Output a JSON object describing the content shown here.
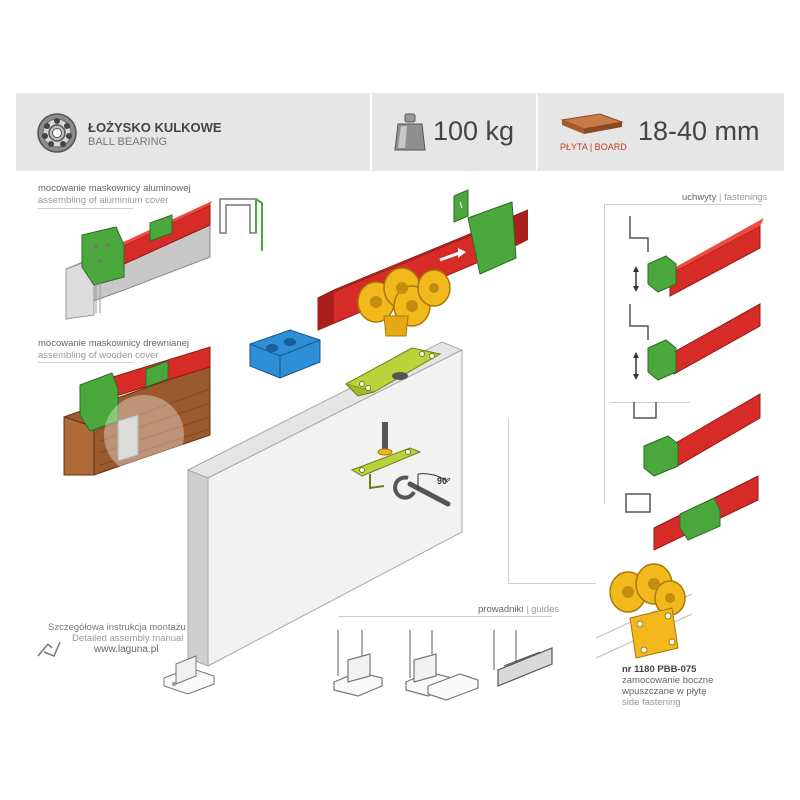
{
  "header": {
    "bearing_title": "ŁOŻYSKO KULKOWE",
    "bearing_subtitle": "BALL BEARING",
    "weight": "100 kg",
    "board_label": "PŁYTA | BOARD",
    "thickness": "18-40 mm"
  },
  "labels": {
    "aluminium_pl": "mocowanie maskownicy aluminowej",
    "aluminium_en": "assembling of aluminium cover",
    "wooden_pl": "mocowanie maskownicy drewnianej",
    "wooden_en": "assembling of wooden cover",
    "fastenings_pl": "uchwyty",
    "fastenings_sep": "|",
    "fastenings_en": "fastenings",
    "guides_pl": "prowadniki",
    "guides_sep": "|",
    "guides_en": "guides",
    "angle": "90°",
    "manual_pl": "Szczegółowa instrukcja montażu",
    "manual_en": "Detailed assembly manual",
    "website": "www.laguna.pl",
    "product_code": "nr 1180 PBB-075",
    "side_pl_1": "zamocowanie boczne",
    "side_pl_2": "wpuszczane w płytę",
    "side_en": "side fastening"
  },
  "colors": {
    "rail": "#d62b26",
    "bracket": "#4aa83c",
    "roller": "#f2b81c",
    "stopper": "#2f8fd6",
    "plate": "#b9d43a",
    "board": "#c4c4c4",
    "wood": "#9b5a2e"
  }
}
